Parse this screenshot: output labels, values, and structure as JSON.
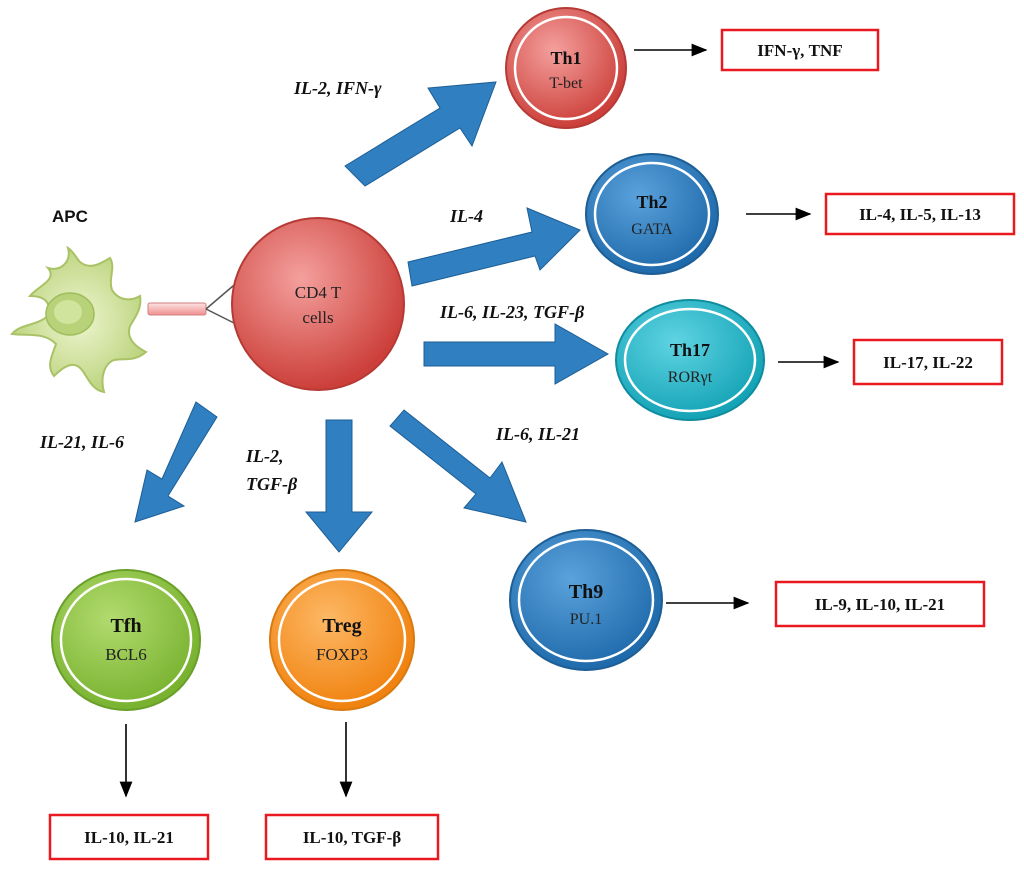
{
  "apc": {
    "label": "APC"
  },
  "cd4": {
    "line1": "CD4 T",
    "line2": "cells"
  },
  "cytokines": {
    "th1": "IL-2, IFN-γ",
    "th2": "IL-4",
    "th17": "IL-6, IL-23, TGF-β",
    "th9": "IL-6, IL-21",
    "tfh": "IL-21, IL-6",
    "treg_line1": "IL-2,",
    "treg_line2": "TGF-β"
  },
  "subsets": {
    "th1": {
      "name": "Th1",
      "tf": "T-bet",
      "output": "IFN-γ, TNF"
    },
    "th2": {
      "name": "Th2",
      "tf": "GATA",
      "output": "IL-4, IL-5, IL-13"
    },
    "th17": {
      "name": "Th17",
      "tf": "RORγt",
      "output": "IL-17, IL-22"
    },
    "th9": {
      "name": "Th9",
      "tf": "PU.1",
      "output": "IL-9, IL-10, IL-21"
    },
    "tfh": {
      "name": "Tfh",
      "tf": "BCL6",
      "output": "IL-10, IL-21"
    },
    "treg": {
      "name": "Treg",
      "tf": "FOXP3",
      "output": "IL-10, TGF-β"
    }
  },
  "colors": {
    "cd4": "#d9534f",
    "th1": "#d9534f",
    "th2": "#2f7fc1",
    "th17": "#22b5c7",
    "th9": "#2f7fc1",
    "tfh": "#8cc63f",
    "treg": "#f7941d",
    "arrow": "#2f7fc1",
    "output_border": "#e8191f",
    "apc": "#c5d98a"
  }
}
